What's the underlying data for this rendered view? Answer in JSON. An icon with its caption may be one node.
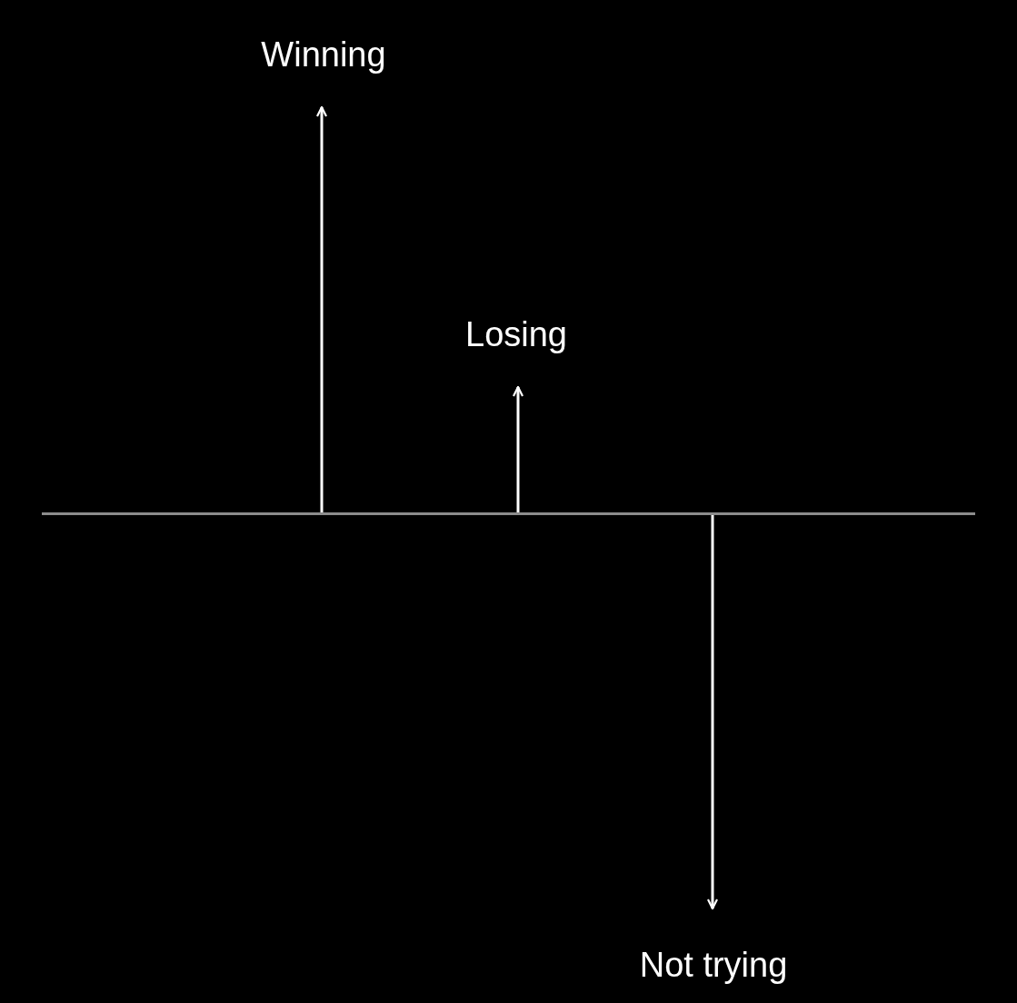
{
  "diagram": {
    "nodes": [
      {
        "text": [],
        "shape": "bar"
      },
      {
        "text": [
          "Winning"
        ]
      },
      {
        "text": [
          "Losing"
        ]
      },
      {
        "text": [
          "Not trying"
        ]
      }
    ],
    "edges": [
      {
        "from": 0,
        "to": 1,
        "arrow": "to"
      },
      {
        "from": 0,
        "to": 2,
        "arrow": "to"
      },
      {
        "from": 0,
        "to": 3,
        "arrow": "to"
      }
    ]
  }
}
